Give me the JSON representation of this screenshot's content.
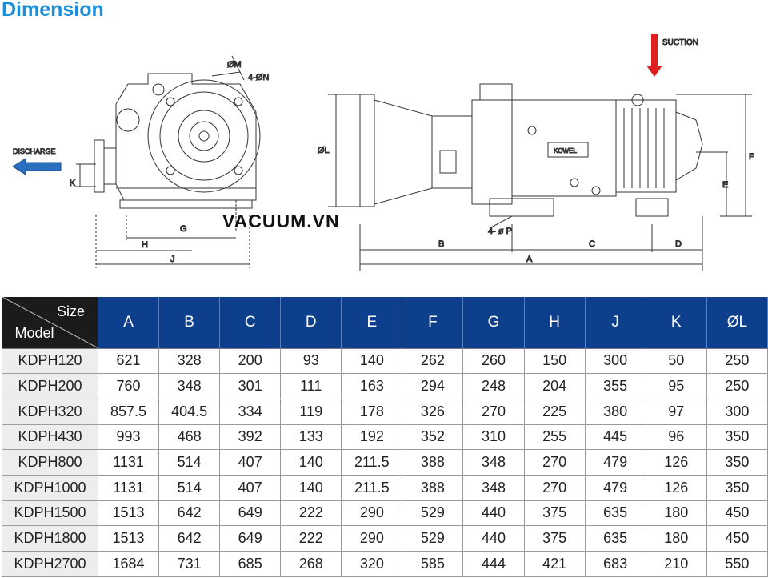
{
  "title": "Dimension",
  "drawing": {
    "suction": "SUCTION",
    "discharge": "DISCHARGE",
    "brand": "KOWEL",
    "watermark": "VACUUM.VN",
    "labels": {
      "m": "ØM",
      "n": "4-ØN",
      "k": "K",
      "g": "G",
      "h": "H",
      "j": "J",
      "l": "ØL",
      "b": "B",
      "c": "C",
      "d": "D",
      "a": "A",
      "e": "E",
      "f": "F",
      "p": "4- ø P"
    }
  },
  "table": {
    "corner_size": "Size",
    "corner_model": "Model",
    "columns": [
      "A",
      "B",
      "C",
      "D",
      "E",
      "F",
      "G",
      "H",
      "J",
      "K",
      "ØL"
    ],
    "rows": [
      {
        "model": "KDPH120",
        "values": [
          "621",
          "328",
          "200",
          "93",
          "140",
          "262",
          "260",
          "150",
          "300",
          "50",
          "250"
        ]
      },
      {
        "model": "KDPH200",
        "values": [
          "760",
          "348",
          "301",
          "111",
          "163",
          "294",
          "248",
          "204",
          "355",
          "95",
          "250"
        ]
      },
      {
        "model": "KDPH320",
        "values": [
          "857.5",
          "404.5",
          "334",
          "119",
          "178",
          "326",
          "270",
          "225",
          "380",
          "97",
          "300"
        ]
      },
      {
        "model": "KDPH430",
        "values": [
          "993",
          "468",
          "392",
          "133",
          "192",
          "352",
          "310",
          "255",
          "445",
          "96",
          "350"
        ]
      },
      {
        "model": "KDPH800",
        "values": [
          "1131",
          "514",
          "407",
          "140",
          "211.5",
          "388",
          "348",
          "270",
          "479",
          "126",
          "350"
        ]
      },
      {
        "model": "KDPH1000",
        "values": [
          "1131",
          "514",
          "407",
          "140",
          "211.5",
          "388",
          "348",
          "270",
          "479",
          "126",
          "350"
        ]
      },
      {
        "model": "KDPH1500",
        "values": [
          "1513",
          "642",
          "649",
          "222",
          "290",
          "529",
          "440",
          "375",
          "635",
          "180",
          "450"
        ]
      },
      {
        "model": "KDPH1800",
        "values": [
          "1513",
          "642",
          "649",
          "222",
          "290",
          "529",
          "440",
          "375",
          "635",
          "180",
          "450"
        ]
      },
      {
        "model": "KDPH2700",
        "values": [
          "1684",
          "731",
          "685",
          "268",
          "320",
          "585",
          "444",
          "421",
          "683",
          "210",
          "550"
        ]
      }
    ]
  }
}
